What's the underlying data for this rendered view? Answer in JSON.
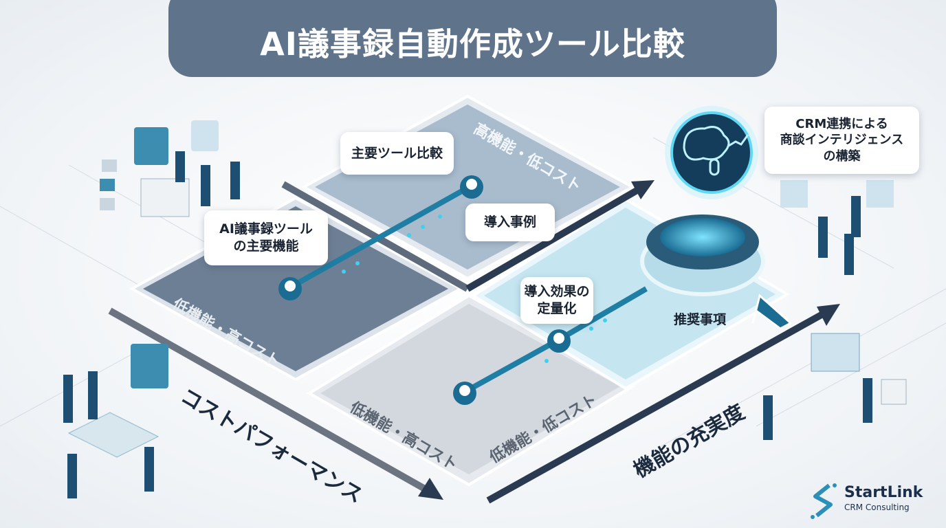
{
  "title": "AI議事録自動作成ツール比較",
  "quadrants": {
    "top": "高機能・低コスト",
    "left": "低機能・高コスト",
    "bottom_a": "低機能・高コスト",
    "bottom_b": "低機能・低コスト"
  },
  "callouts": {
    "tool_compare": "主要ツール比較",
    "case_studies": "導入事例",
    "main_features_line1": "AI議事録ツール",
    "main_features_line2": "の主要機能",
    "effect_line1": "導入効果の",
    "effect_line2": "定量化",
    "recommendations": "推奨事項",
    "crm_line1": "CRM連携による",
    "crm_line2": "商談インテリジェンス",
    "crm_line3": "の構築"
  },
  "axes": {
    "cost_performance": "コストパフォーマンス",
    "feature_richness": "機能の充実度"
  },
  "logo": {
    "name": "StartLink",
    "tagline": "CRM Consulting"
  },
  "colors": {
    "banner": "#5f738b",
    "accent": "#1f7ea3",
    "glow": "#3fd0f0"
  }
}
